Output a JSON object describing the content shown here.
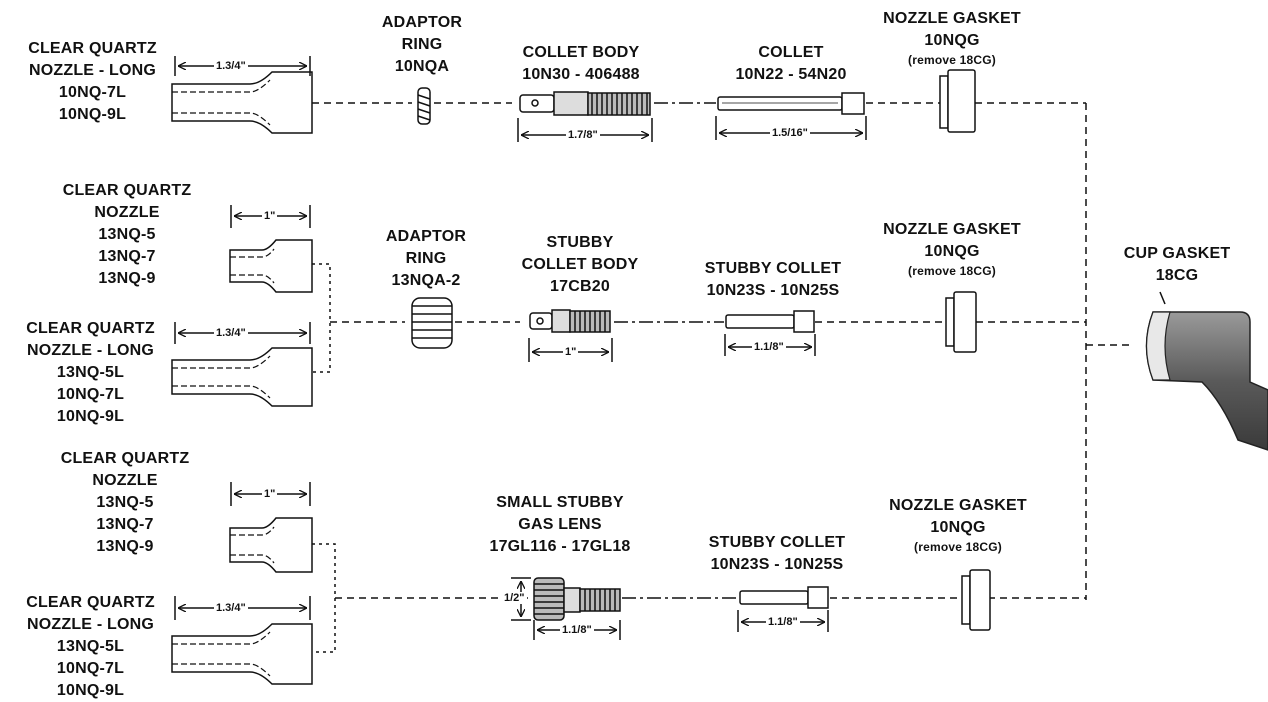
{
  "row1": {
    "nozzle": [
      "CLEAR QUARTZ",
      "NOZZLE - LONG",
      "10NQ-7L",
      "10NQ-9L"
    ],
    "nozzle_dim": "1.3/4\"",
    "adaptor": [
      "ADAPTOR",
      "RING",
      "10NQA"
    ],
    "collet_body": [
      "COLLET BODY",
      "10N30 - 406488"
    ],
    "collet_body_dim": "1.7/8\"",
    "collet": [
      "COLLET",
      "10N22 - 54N20"
    ],
    "collet_dim": "1.5/16\"",
    "gasket": [
      "NOZZLE GASKET",
      "10NQG"
    ],
    "gasket_note": "(remove 18CG)"
  },
  "row2": {
    "nozzle_a": [
      "CLEAR QUARTZ",
      "NOZZLE",
      "13NQ-5",
      "13NQ-7",
      "13NQ-9"
    ],
    "nozzle_a_dim": "1\"",
    "nozzle_b": [
      "CLEAR QUARTZ",
      "NOZZLE - LONG",
      "13NQ-5L",
      "10NQ-7L",
      "10NQ-9L"
    ],
    "nozzle_b_dim": "1.3/4\"",
    "adaptor": [
      "ADAPTOR",
      "RING",
      "13NQA-2"
    ],
    "collet_body": [
      "STUBBY",
      "COLLET BODY",
      "17CB20"
    ],
    "collet_body_dim": "1\"",
    "collet": [
      "STUBBY COLLET",
      "10N23S - 10N25S"
    ],
    "collet_dim": "1.1/8\"",
    "gasket": [
      "NOZZLE GASKET",
      "10NQG"
    ],
    "gasket_note": "(remove 18CG)"
  },
  "row3": {
    "nozzle_a": [
      "CLEAR QUARTZ",
      "NOZZLE",
      "13NQ-5",
      "13NQ-7",
      "13NQ-9"
    ],
    "nozzle_a_dim": "1\"",
    "nozzle_b": [
      "CLEAR QUARTZ",
      "NOZZLE - LONG",
      "13NQ-5L",
      "10NQ-7L",
      "10NQ-9L"
    ],
    "nozzle_b_dim": "1.3/4\"",
    "gas_lens": [
      "SMALL STUBBY",
      "GAS LENS",
      "17GL116 - 17GL18"
    ],
    "gas_lens_dim_v": "1/2\"",
    "gas_lens_dim": "1.1/8\"",
    "collet": [
      "STUBBY COLLET",
      "10N23S - 10N25S"
    ],
    "collet_dim": "1.1/8\"",
    "gasket": [
      "NOZZLE GASKET",
      "10NQG"
    ],
    "gasket_note": "(remove 18CG)"
  },
  "cup_gasket": [
    "CUP GASKET",
    "18CG"
  ]
}
